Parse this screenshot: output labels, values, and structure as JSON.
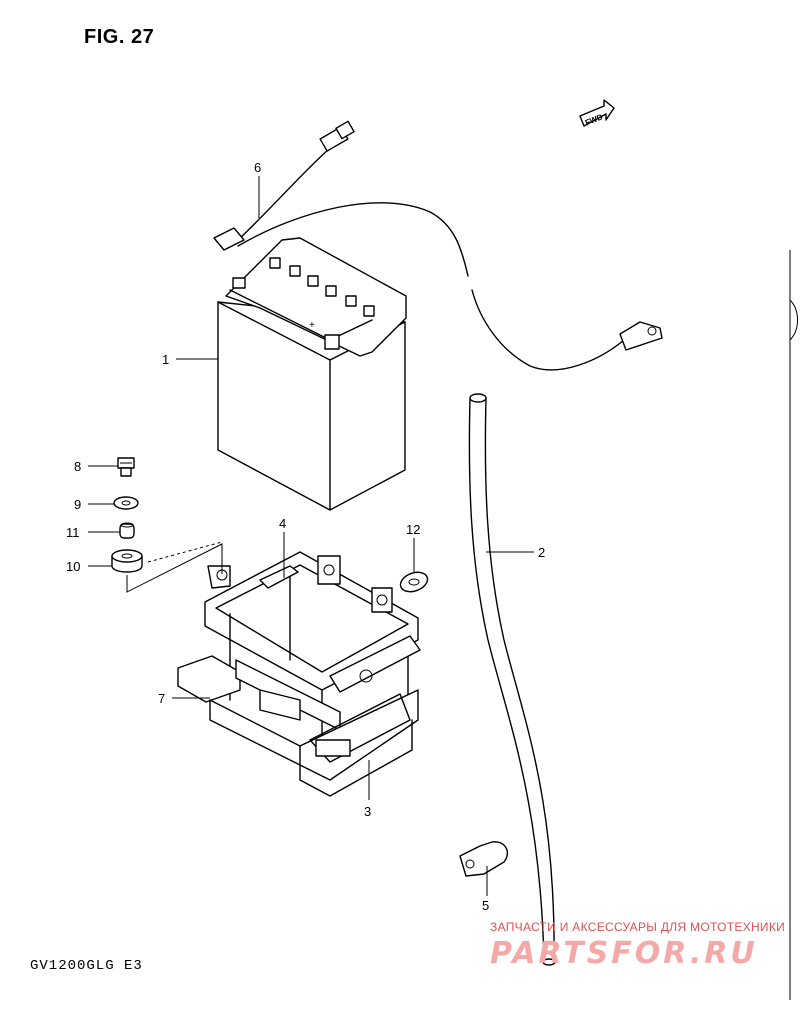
{
  "figure": {
    "title": "FIG. 27",
    "model_code": "GV1200GLG  E3"
  },
  "fwd_badge": {
    "label": "FWD"
  },
  "callouts": [
    {
      "id": "1",
      "label": "1"
    },
    {
      "id": "2",
      "label": "2"
    },
    {
      "id": "3",
      "label": "3"
    },
    {
      "id": "4",
      "label": "4"
    },
    {
      "id": "5",
      "label": "5"
    },
    {
      "id": "6",
      "label": "6"
    },
    {
      "id": "7",
      "label": "7"
    },
    {
      "id": "8",
      "label": "8"
    },
    {
      "id": "9",
      "label": "9"
    },
    {
      "id": "10",
      "label": "10"
    },
    {
      "id": "11",
      "label": "11"
    },
    {
      "id": "12",
      "label": "12"
    }
  ],
  "watermark": {
    "tagline": "ЗАПЧАСТИ И АКСЕССУАРЫ ДЛЯ МОТОТЕХНИКИ",
    "brand": "PARTSFOR.RU",
    "colors": {
      "tagline": "#e05050",
      "brand": "#f4a8a8"
    }
  }
}
